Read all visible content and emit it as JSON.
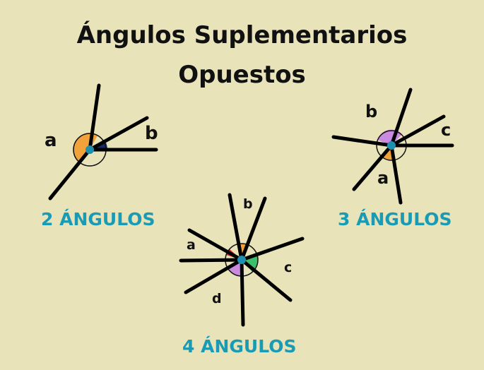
{
  "title_line1": "Ángulos Suplementarios",
  "title_line2": "Opuestos",
  "figures": [
    {
      "caption": "2 ÁNGULOS",
      "labels": [
        "a",
        "b"
      ]
    },
    {
      "caption": "3 ÁNGULOS",
      "labels": [
        "b",
        "c",
        "a"
      ]
    },
    {
      "caption": "4 ÁNGULOS",
      "labels": [
        "b",
        "a",
        "c",
        "d"
      ]
    }
  ],
  "colors": {
    "background": "#e8e3b8",
    "caption": "#1a9bb5",
    "vertex": "#1f8fb0",
    "orange": "#f2a23a",
    "purple": "#c98ae0",
    "green": "#3cbf6a",
    "red": "#e01e2a",
    "navy": "#1a2a66"
  }
}
